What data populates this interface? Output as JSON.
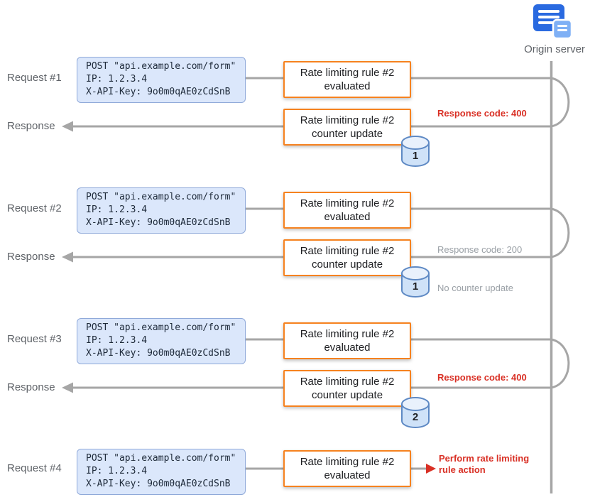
{
  "lifeline": {
    "label": "Origin server"
  },
  "request_box": {
    "line1": "POST \"api.example.com/form\"",
    "line2": "IP: 1.2.3.4",
    "line3": "X-API-Key: 9o0m0qAE0zCdSnB"
  },
  "lane_labels": {
    "request1": "Request #1",
    "response1": "Response",
    "request2": "Request #2",
    "response2": "Response",
    "request3": "Request #3",
    "response3": "Response",
    "request4": "Request #4"
  },
  "steps": {
    "evaluated": "Rate limiting rule #2 evaluated",
    "counter_update": "Rate limiting rule #2 counter update"
  },
  "counters": {
    "after_request1": "1",
    "after_request2": "1",
    "after_request3": "2"
  },
  "annotations": {
    "response1_code": "Response code: 400",
    "response2_code": "Response code: 200",
    "response2_note": "No counter update",
    "response3_code": "Response code: 400",
    "final_action": "Perform rate limiting rule action"
  },
  "colors": {
    "rule_box_border": "#f6821f",
    "request_box_fill": "#dbe7fb",
    "request_box_border": "#8fa9d9",
    "wire_gray": "#a6a6a6",
    "alert_red": "#d93025",
    "muted_gray": "#9aa0a6"
  }
}
